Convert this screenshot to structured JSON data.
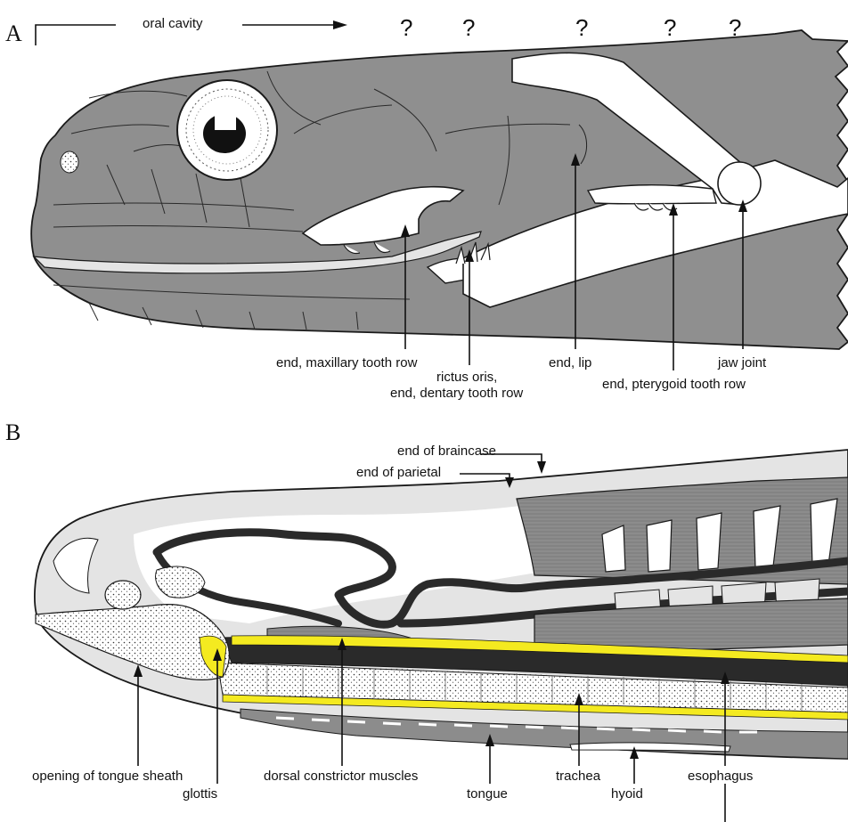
{
  "panel_a": {
    "letter": "A",
    "oral_cavity": "oral cavity",
    "question_marks": [
      "?",
      "?",
      "?",
      "?",
      "?"
    ],
    "labels": {
      "maxillary": "end, maxillary tooth row",
      "rictus_1": "rictus oris,",
      "rictus_2": "end, dentary tooth row",
      "lip": "end, lip",
      "pterygoid": "end, pterygoid tooth row",
      "jaw_joint": "jaw joint"
    }
  },
  "panel_b": {
    "letter": "B",
    "labels": {
      "braincase": "end of braincase",
      "parietal": "end of parietal",
      "tongue_sheath": "opening of tongue sheath",
      "glottis": "glottis",
      "constrictor": "dorsal constrictor muscles",
      "tongue": "tongue",
      "trachea": "trachea",
      "hyoid": "hyoid",
      "esophagus": "esophagus"
    }
  },
  "colors": {
    "skin": "#8f8f8f",
    "bone": "#ffffff",
    "tissue": "#e4e4e4",
    "muscle": "#8c8c8c",
    "dark": "#2a2a2a",
    "yellow": "#f4ea20"
  }
}
